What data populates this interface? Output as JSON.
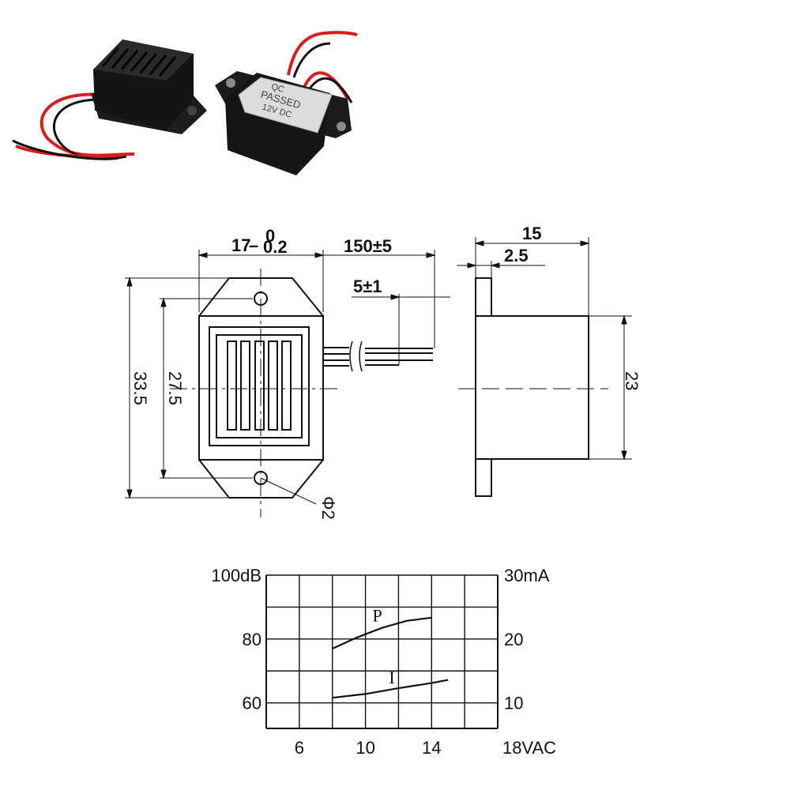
{
  "photos": {
    "label_line1": "QC",
    "label_line2": "PASSED",
    "label_line3": "12V DC"
  },
  "front_view": {
    "width_dim": "17-0.2",
    "width_nominal": "17",
    "width_tol_upper": "0",
    "width_tol_lower": "-0.2",
    "height_outer": "33.5",
    "height_holes": "27.5",
    "hole_dia": "Φ2"
  },
  "wire": {
    "length_dim": "150±5",
    "strip_dim": "5±1"
  },
  "side_view": {
    "depth": "15",
    "flange": "2.5",
    "body_height": "23"
  },
  "chart_data": {
    "type": "line",
    "x_ticks": [
      "6",
      "10",
      "14",
      "18VAC"
    ],
    "y_left_ticks": [
      "100dB",
      "80",
      "60"
    ],
    "y_right_ticks": [
      "30mA",
      "20",
      "10"
    ],
    "xlim": [
      4,
      18
    ],
    "ylim_left": [
      52,
      100
    ],
    "ylim_right": [
      6,
      30
    ],
    "grid": true,
    "series": [
      {
        "name": "P",
        "axis": "left",
        "x": [
          8,
          9.5,
          11,
          12.5,
          14
        ],
        "y": [
          77,
          80.5,
          83.5,
          85.7,
          86.7
        ]
      },
      {
        "name": "I",
        "axis": "right",
        "x": [
          8,
          10,
          12,
          14,
          15
        ],
        "y": [
          10.8,
          11.4,
          12.3,
          13.1,
          13.6
        ]
      }
    ]
  }
}
